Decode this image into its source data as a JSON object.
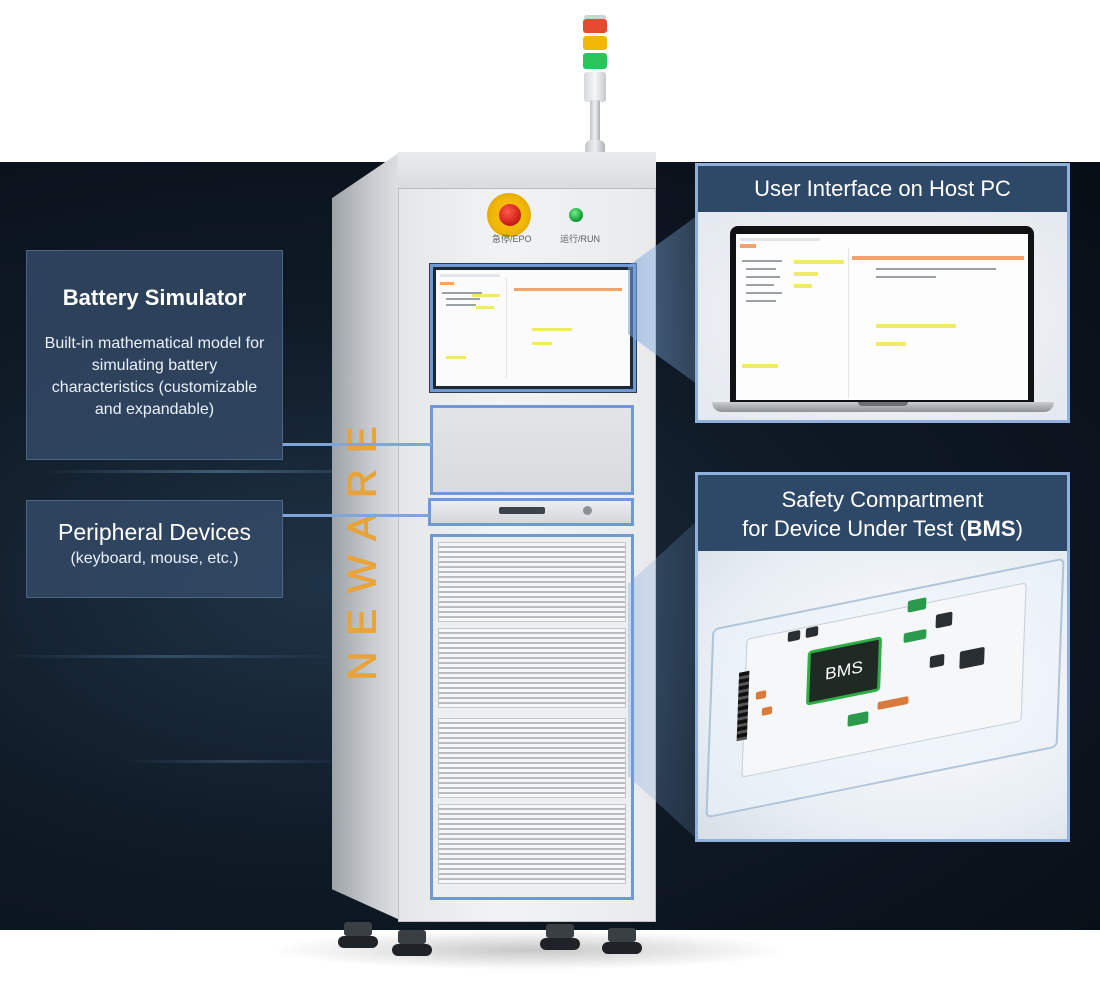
{
  "brand": {
    "logo_text": "NEWARE"
  },
  "cabinet": {
    "epo_label": "急停/EPO",
    "run_label": "运行/RUN",
    "tower_colors": [
      "#e64a2e",
      "#f2b705",
      "#29c45a"
    ]
  },
  "callouts": {
    "battery_simulator": {
      "title": "Battery Simulator",
      "body": "Built-in mathematical model for simulating battery characteristics (customizable and expandable)"
    },
    "peripheral_devices": {
      "title": "Peripheral Devices",
      "body": "(keyboard, mouse, etc.)"
    },
    "user_interface": {
      "title": "User Interface on Host PC"
    },
    "safety_compartment": {
      "title_line1": "Safety Compartment",
      "title_line2_prefix": "for Device Under Test (",
      "title_line2_bold": "BMS",
      "title_line2_suffix": ")",
      "chip_label": "BMS"
    }
  },
  "colors": {
    "panel_bg": "#344a68",
    "frame_border": "#8fb1dc",
    "connector": "#7ea6d8",
    "brand_orange": "#e8a33a",
    "highlight_yellow": "#f0ea6a",
    "highlight_orange": "#f1a36b"
  }
}
